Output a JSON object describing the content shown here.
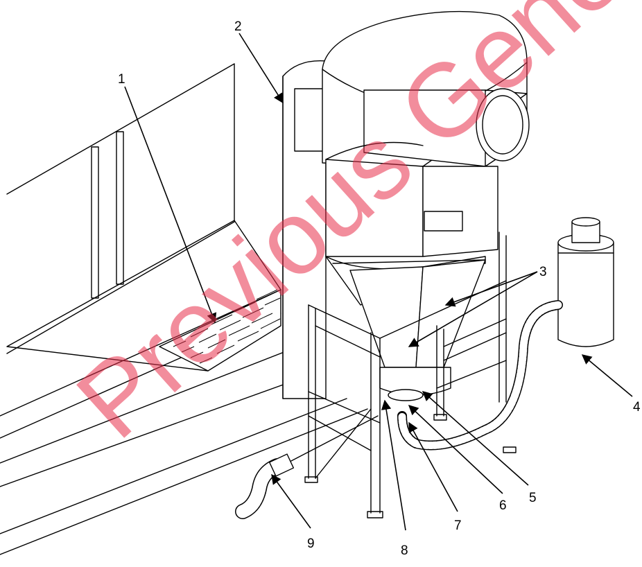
{
  "watermark": "Previous Generation",
  "callouts": [
    {
      "id": "1",
      "label": "1"
    },
    {
      "id": "2",
      "label": "2"
    },
    {
      "id": "3",
      "label": "3"
    },
    {
      "id": "4",
      "label": "4"
    },
    {
      "id": "5",
      "label": "5"
    },
    {
      "id": "6",
      "label": "6"
    },
    {
      "id": "7",
      "label": "7"
    },
    {
      "id": "8",
      "label": "8"
    },
    {
      "id": "9",
      "label": "9"
    }
  ]
}
